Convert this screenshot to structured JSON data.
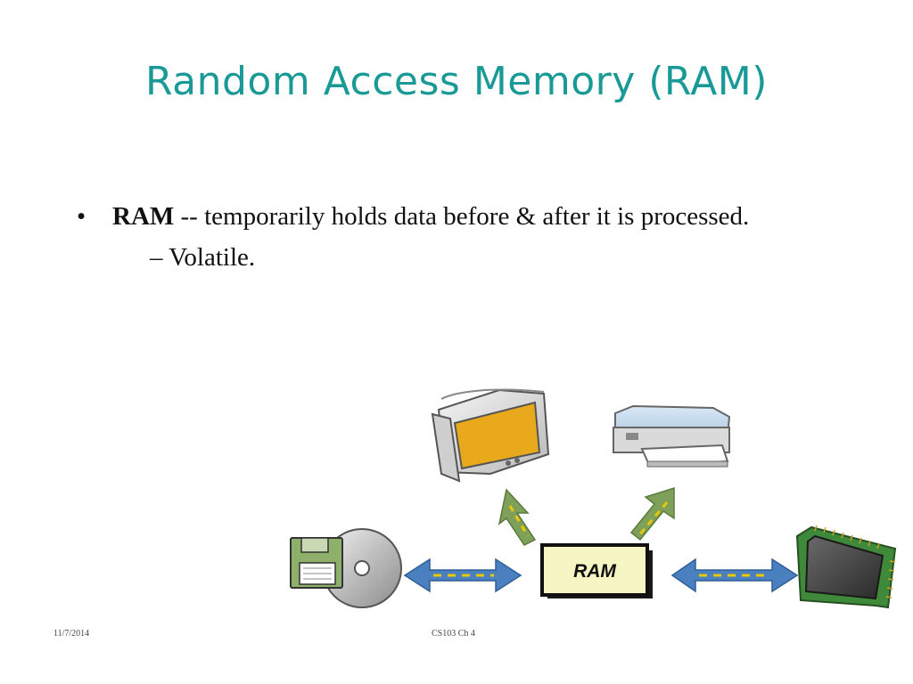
{
  "slide": {
    "title": "Random Access Memory (RAM)",
    "bullet": {
      "marker": "•",
      "term": "RAM",
      "text": " -- temporarily holds data before & after it is processed.",
      "sub_items": [
        "– Volatile."
      ]
    },
    "diagram": {
      "center_label": "RAM",
      "icons": [
        "monitor-icon",
        "printer-icon",
        "floppy-disk-icon",
        "cd-disc-icon",
        "cpu-chip-icon"
      ],
      "colors": {
        "arrow_blue": "#4a7fc0",
        "arrow_green": "#7ea05a",
        "dash_yellow": "#e8c800",
        "ram_fill": "#f6f5c4",
        "monitor_screen": "#e9a91c",
        "floppy_green": "#8fb06a",
        "chip_green": "#3e8a3a"
      }
    },
    "footer": {
      "date": "11/7/2014",
      "center": "CS103 Ch 4"
    }
  }
}
